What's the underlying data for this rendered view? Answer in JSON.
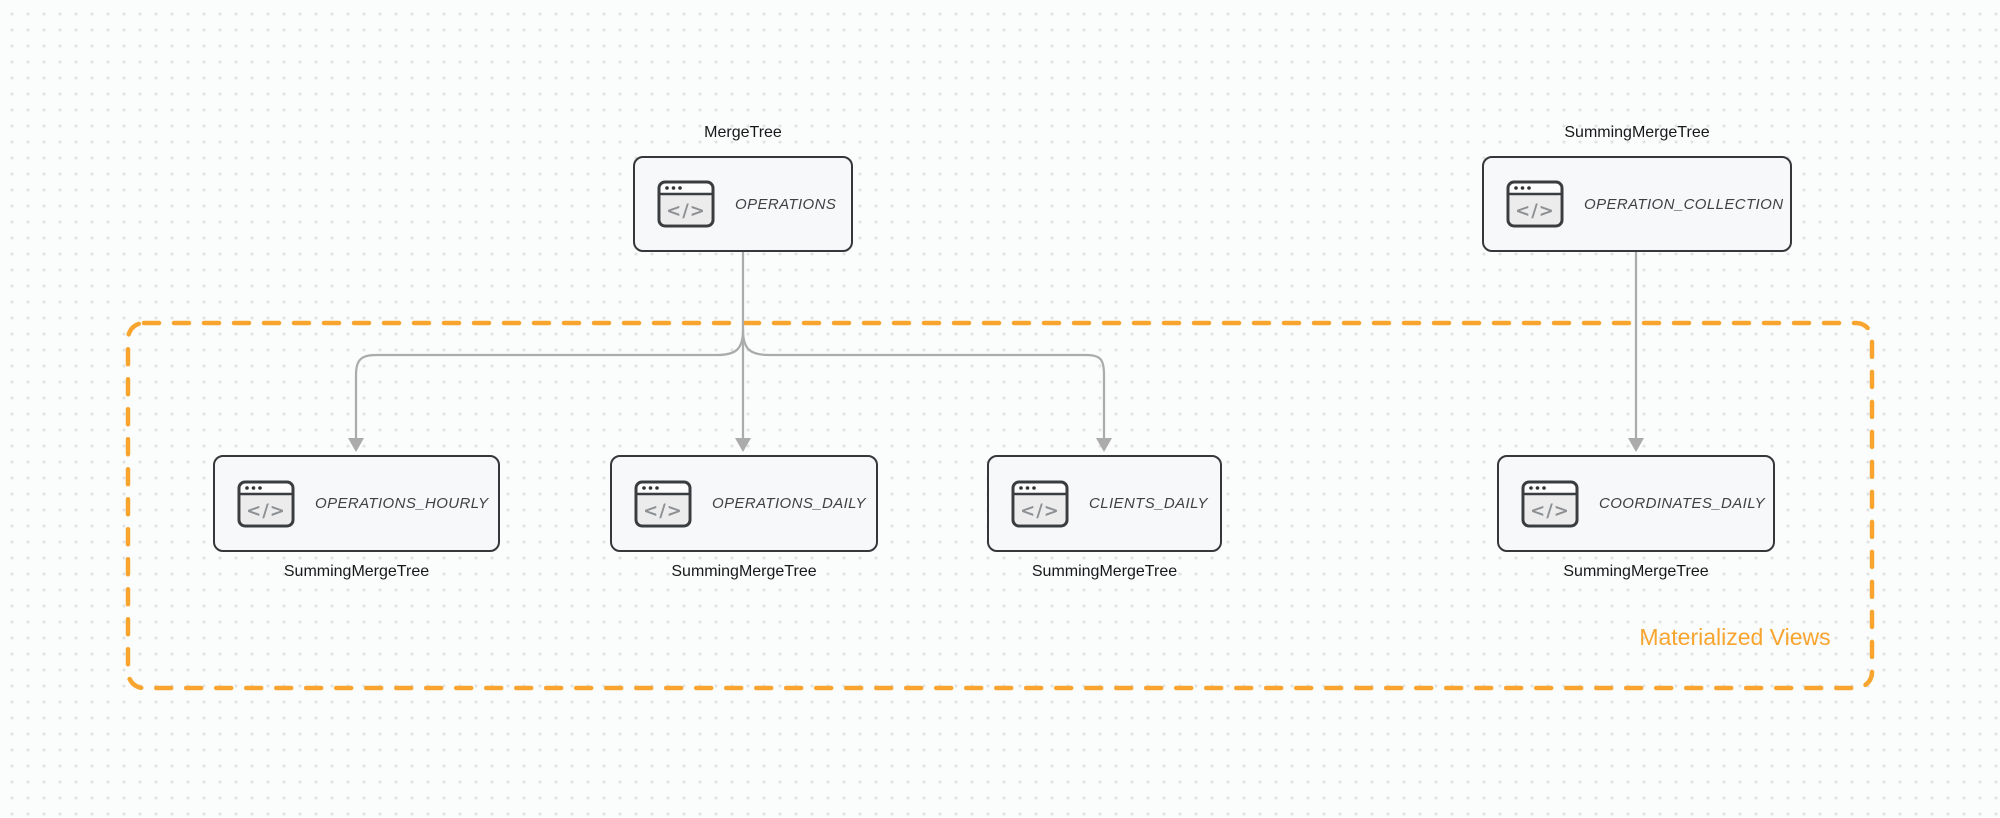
{
  "canvas": {
    "background_color": "#FBFCFC",
    "dot_color": "#E2E3E5"
  },
  "group": {
    "label": "Materialized Views",
    "border_color": "#F7A52F",
    "label_color": "#F7A52F"
  },
  "edges": {
    "color": "#ABABAB"
  },
  "nodes": {
    "operations": {
      "engine": "MergeTree",
      "name": "OPERATIONS"
    },
    "operation_collection": {
      "engine": "SummingMergeTree",
      "name": "OPERATION_COLLECTION"
    },
    "operations_hourly": {
      "engine": "SummingMergeTree",
      "name": "OPERATIONS_HOURLY"
    },
    "operations_daily": {
      "engine": "SummingMergeTree",
      "name": "OPERATIONS_DAILY"
    },
    "clients_daily": {
      "engine": "SummingMergeTree",
      "name": "CLIENTS_DAILY"
    },
    "coordinates_daily": {
      "engine": "SummingMergeTree",
      "name": "COORDINATES_DAILY"
    }
  },
  "icons": {
    "code_window_glyph": "</>"
  }
}
